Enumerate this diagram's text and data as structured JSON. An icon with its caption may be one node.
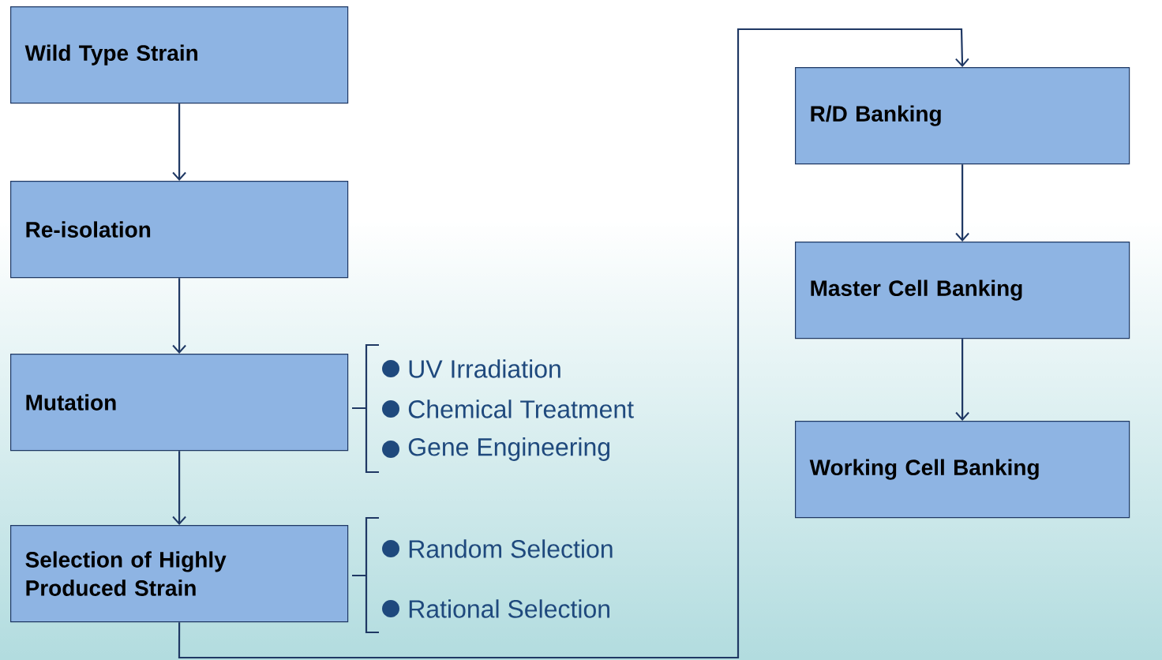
{
  "diagram": {
    "nodes": [
      {
        "text": [
          "Wild Type Strain"
        ]
      },
      {
        "text": [
          "Re-isolation"
        ]
      },
      {
        "text": [
          "Mutation"
        ]
      },
      {
        "text": [
          "Selection of Highly Produced Strain"
        ]
      },
      {
        "text": [
          "R/D Banking"
        ]
      },
      {
        "text": [
          "Master Cell Banking"
        ]
      },
      {
        "text": [
          "Working Cell Banking"
        ]
      }
    ],
    "edges": [
      {
        "from": 0,
        "to": 1,
        "arrow": "to"
      },
      {
        "from": 1,
        "to": 2,
        "arrow": "to"
      },
      {
        "from": 2,
        "to": 3,
        "arrow": "to"
      },
      {
        "from": 3,
        "to": 4,
        "arrow": "to"
      },
      {
        "from": 4,
        "to": 5,
        "arrow": "to"
      },
      {
        "from": 5,
        "to": 6,
        "arrow": "to"
      }
    ],
    "labels": [
      "UV Irradiation",
      "Chemical Treatment",
      "Gene Engineering",
      "Random Selection",
      "Rational Selection"
    ]
  }
}
